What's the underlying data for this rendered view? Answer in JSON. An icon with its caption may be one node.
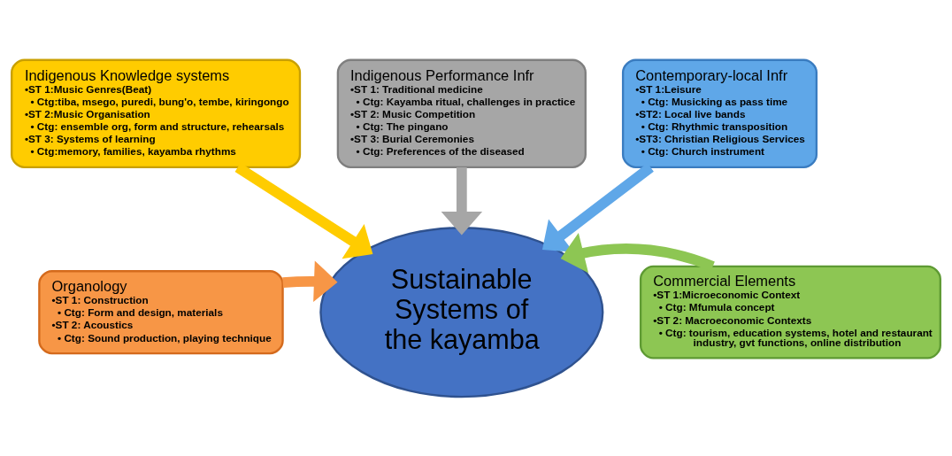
{
  "diagram": {
    "nodes": [
      {
        "text": [
          "Indigenous Performance Infr",
          "•ST 1: Traditional medicine",
          "• Ctg: Kayamba ritual, challenges in practice",
          "•ST 2: Music Competition",
          "• Ctg: The pingano",
          "•ST 3: Burial Ceremonies",
          "• Ctg: Preferences of the diseased"
        ]
      },
      {
        "text": [
          "Indigenous Knowledge systems",
          "•ST 1:Music Genres(Beat)",
          "• Ctg:tiba, msego, puredi, bung'o, tembe, kiringongo",
          "•ST 2:Music Organisation",
          "• Ctg: ensemble org, form and structure, rehearsals",
          "•ST 3: Systems of learning",
          "• Ctg:memory, families, kayamba rhythms"
        ]
      },
      {
        "text": [
          "Contemporary-local Infr",
          "•ST 1:Leisure",
          "• Ctg: Musicking as pass time",
          "•ST2: Local live bands",
          "• Ctg: Rhythmic transposition",
          "•ST3: Christian Religious Services",
          "• Ctg: Church instrument"
        ]
      },
      {
        "text": [
          "Organology",
          "•ST 1: Construction",
          "• Ctg: Form and design, materials",
          "•ST 2: Acoustics",
          "• Ctg: Sound production, playing technique"
        ]
      },
      {
        "text": [
          "Sustainable Systems of the kayamba"
        ]
      },
      {
        "text": [
          "Commercial Elements",
          "•ST 1:Microeconomic Context",
          "• Ctg: Mfumula concept",
          "•ST 2: Macroeconomic Contexts",
          "• Ctg: tourism, education systems, hotel and restaurant industry, gvt functions, online distribution"
        ]
      }
    ],
    "edges": [
      {
        "from": 0,
        "to": 4,
        "arrow": "to",
        "color": "#a6a6a6"
      },
      {
        "from": 1,
        "to": 4,
        "arrow": "to",
        "color": "#ffcc00"
      },
      {
        "from": 2,
        "to": 4,
        "arrow": "to",
        "color": "#5fa7e8"
      },
      {
        "from": 3,
        "to": 4,
        "arrow": "to",
        "color": "#f79646"
      },
      {
        "from": 5,
        "to": 4,
        "arrow": "to",
        "color": "#8dc653"
      }
    ]
  }
}
